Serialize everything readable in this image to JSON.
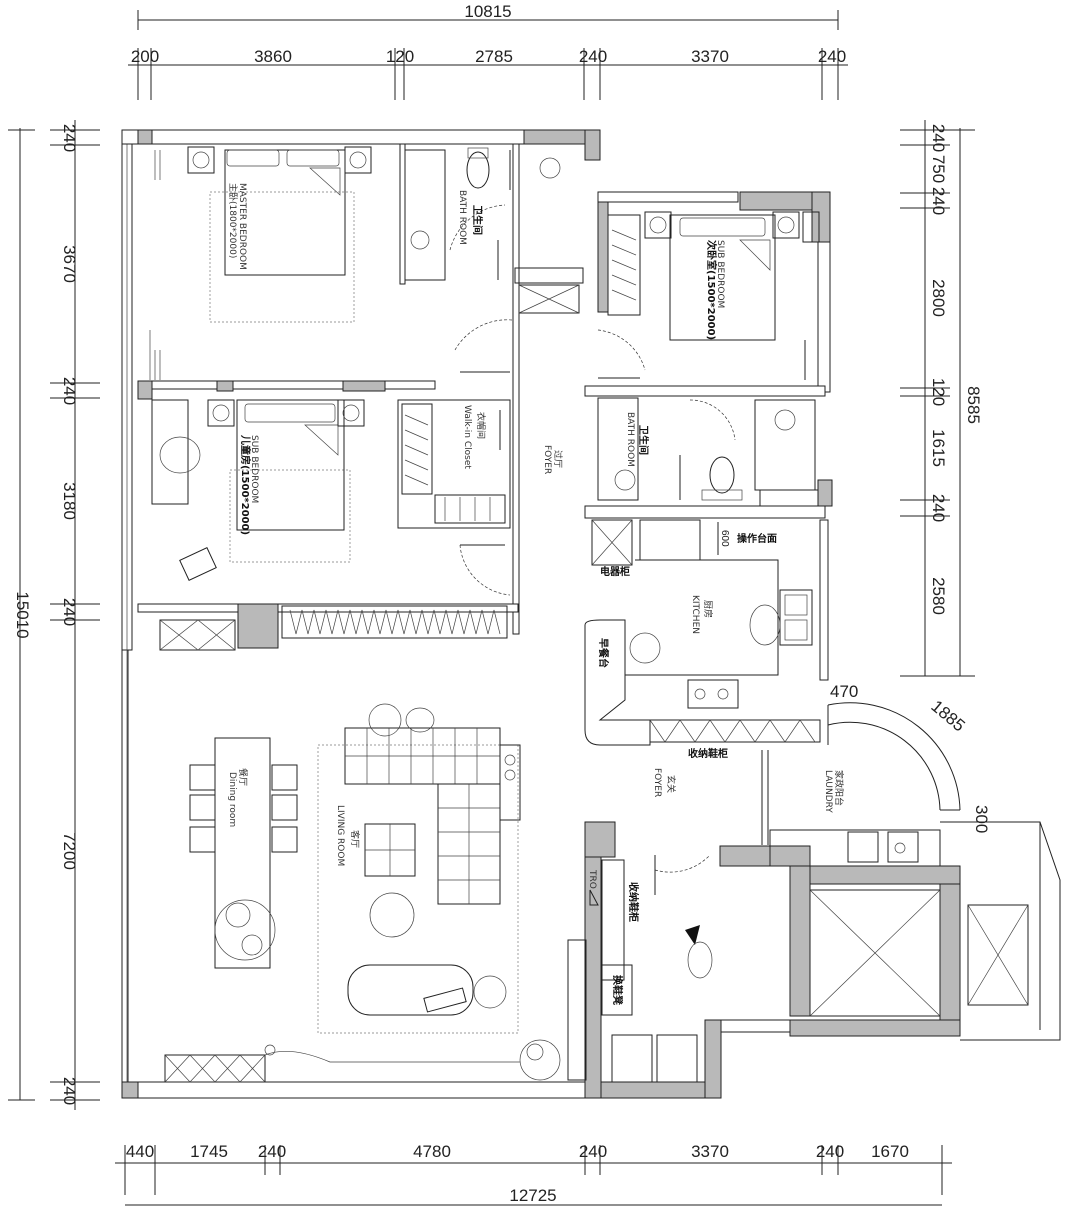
{
  "dimensions": {
    "top_total": "10815",
    "top_segments": [
      "200",
      "3860",
      "120",
      "2785",
      "240",
      "3370",
      "240"
    ],
    "bottom_total": "12725",
    "bottom_segments": [
      "440",
      "1745",
      "240",
      "4780",
      "240",
      "3370",
      "240",
      "1670"
    ],
    "left_total": "15010",
    "left_segments": [
      "240",
      "3670",
      "240",
      "3180",
      "240",
      "7200",
      "240"
    ],
    "right_total": "8585",
    "right_segments": [
      "240",
      "750",
      "240",
      "2800",
      "120",
      "1615",
      "240",
      "2580"
    ],
    "kitchen_600": "600",
    "laundry_470": "470",
    "arc_1885": "1885",
    "laundry_300": "300"
  },
  "rooms": {
    "master_bedroom_cn": "主卧(1800*2000)",
    "master_bedroom_en": "MASTER BEDROOM",
    "master_bath_cn": "卫生间",
    "master_bath_en": "BATH ROOM",
    "sub_bedroom_right_cn": "次卧室(1500*2000)",
    "sub_bedroom_right_en": "SUB BEDROOM",
    "bath_right_cn": "卫生间",
    "bath_right_en": "BATH ROOM",
    "child_room_cn": "儿童房(1500*2000)",
    "child_room_en": "SUB BEDROOM",
    "walkin_cn": "衣帽间",
    "walkin_en": "Walk-in Closet",
    "foyer_hall_cn": "过厅",
    "foyer_hall_en": "FOYER",
    "kitchen_cn": "厨房",
    "kitchen_en": "KITCHEN",
    "counter_cn": "操作台面",
    "appliance_cn": "电器柜",
    "breakfast_cn": "早餐台",
    "shoe_cabinet_cn": "收纳鞋柜",
    "entry_cn": "玄关",
    "entry_en": "FOYER",
    "laundry_cn": "家政阳台",
    "laundry_en": "LAUNDRY",
    "dining_cn": "餐厅",
    "dining_en": "Dining room",
    "living_cn": "客厅",
    "living_en": "LIVING ROOM",
    "storage_cabinet_cn": "收纳鞋柜",
    "shoe_bench_cn": "换鞋凳",
    "tag_tro": "TRO"
  }
}
